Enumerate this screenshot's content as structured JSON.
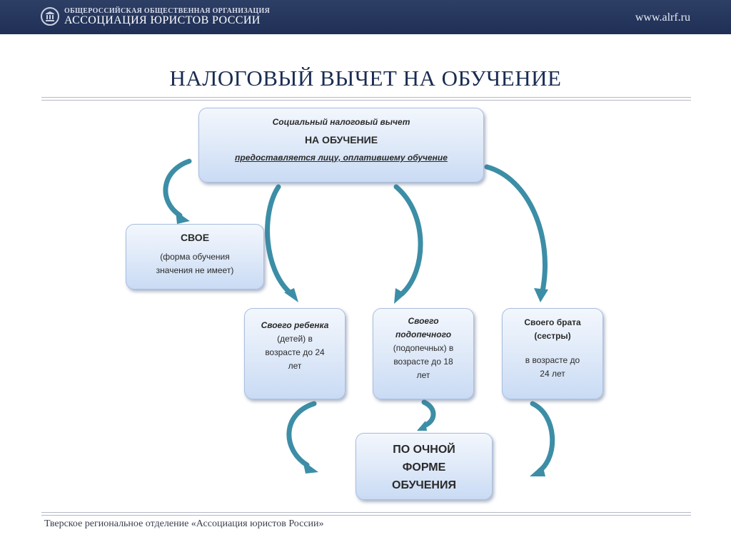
{
  "header": {
    "org_line1": "ОБЩЕРОССИЙСКАЯ ОБЩЕСТВЕННАЯ ОРГАНИЗАЦИЯ",
    "org_line2": "АССОЦИАЦИЯ ЮРИСТОВ РОССИИ",
    "website": "www.alrf.ru",
    "bar_color": "#24355c"
  },
  "title": "НАЛОГОВЫЙ ВЫЧЕТ НА ОБУЧЕНИЕ",
  "diagram": {
    "main": {
      "line1": "Социальный налоговый вычет",
      "line2": "НА ОБУЧЕНИЕ",
      "line3": "предоставляется лицу, оплатившему обучение"
    },
    "own": {
      "title": "СВОЕ",
      "line1": "(форма обучения",
      "line2": "значения не имеет)"
    },
    "child": {
      "line1": "Своего ребенка",
      "line2": "(детей) в",
      "line3": "возрасте до 24",
      "line4": "лет"
    },
    "ward": {
      "line1": "Своего",
      "line2": "подопечного",
      "line3": "(подопечных) в",
      "line4": "возрасте до 18",
      "line5": "лет"
    },
    "sibling": {
      "line1": "Своего брата",
      "line2": "(сестры)",
      "line3": "в возрасте до",
      "line4": "24 лет"
    },
    "fulltime": {
      "line1": "ПО ОЧНОЙ",
      "line2": "ФОРМЕ",
      "line3": "ОБУЧЕНИЯ"
    },
    "arrow_color": "#3c8ea6"
  },
  "footer": "Тверское региональное отделение «Ассоциация юристов России»"
}
